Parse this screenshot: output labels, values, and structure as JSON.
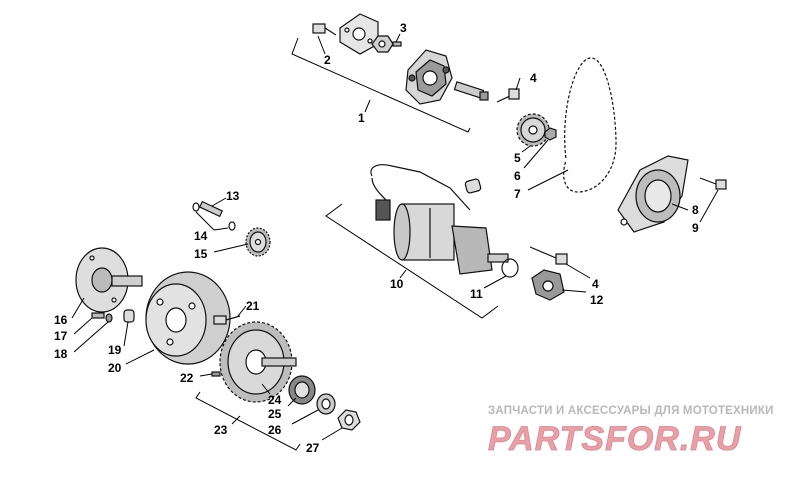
{
  "callouts": {
    "c1": "1",
    "c2": "2",
    "c3": "3",
    "c4a": "4",
    "c4b": "4",
    "c5": "5",
    "c6": "6",
    "c7": "7",
    "c8": "8",
    "c9": "9",
    "c10": "10",
    "c11": "11",
    "c12": "12",
    "c13": "13",
    "c14": "14",
    "c15": "15",
    "c16": "16",
    "c17": "17",
    "c18": "18",
    "c19": "19",
    "c20": "20",
    "c21": "21",
    "c22": "22",
    "c23": "23",
    "c24": "24",
    "c25": "25",
    "c26": "26",
    "c27": "27"
  },
  "watermark": {
    "tagline": "ЗАПЧАСТИ И АКСЕССУАРЫ ДЛЯ МОТОТЕХНИКИ",
    "logo": "PARTSFOR.RU",
    "tagline_color": "#b8b8b8",
    "logo_color": "#e8a0a6"
  }
}
